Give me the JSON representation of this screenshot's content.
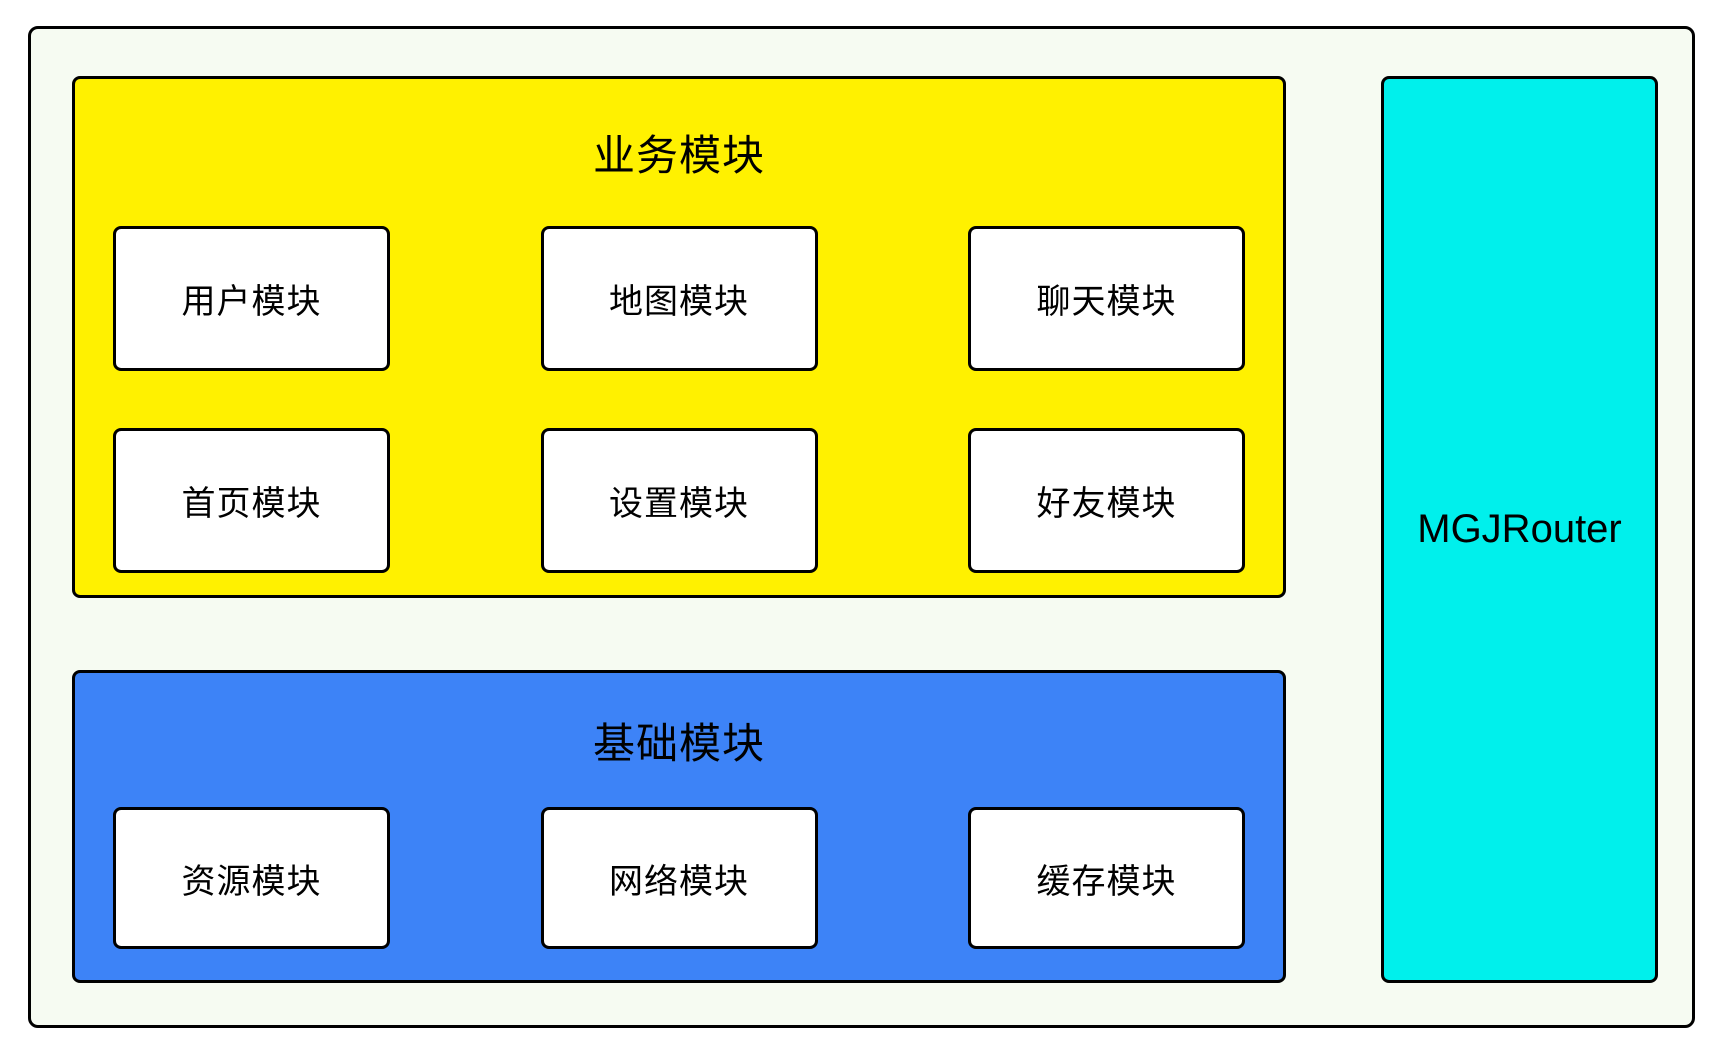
{
  "diagram": {
    "business": {
      "title": "业务模块",
      "row1": [
        "用户模块",
        "地图模块",
        "聊天模块"
      ],
      "row2": [
        "首页模块",
        "设置模块",
        "好友模块"
      ]
    },
    "base": {
      "title": "基础模块",
      "row": [
        "资源模块",
        "网络模块",
        "缓存模块"
      ]
    },
    "router": {
      "label": "MGJRouter"
    },
    "colors": {
      "page_bg": "#FFFFFF",
      "canvas_bg": "#F6FBF2",
      "business_bg": "#FFF100",
      "base_bg": "#3D83F7",
      "router_bg": "#00F0EC",
      "module_bg": "#FFFFFF",
      "border": "#000000"
    }
  }
}
